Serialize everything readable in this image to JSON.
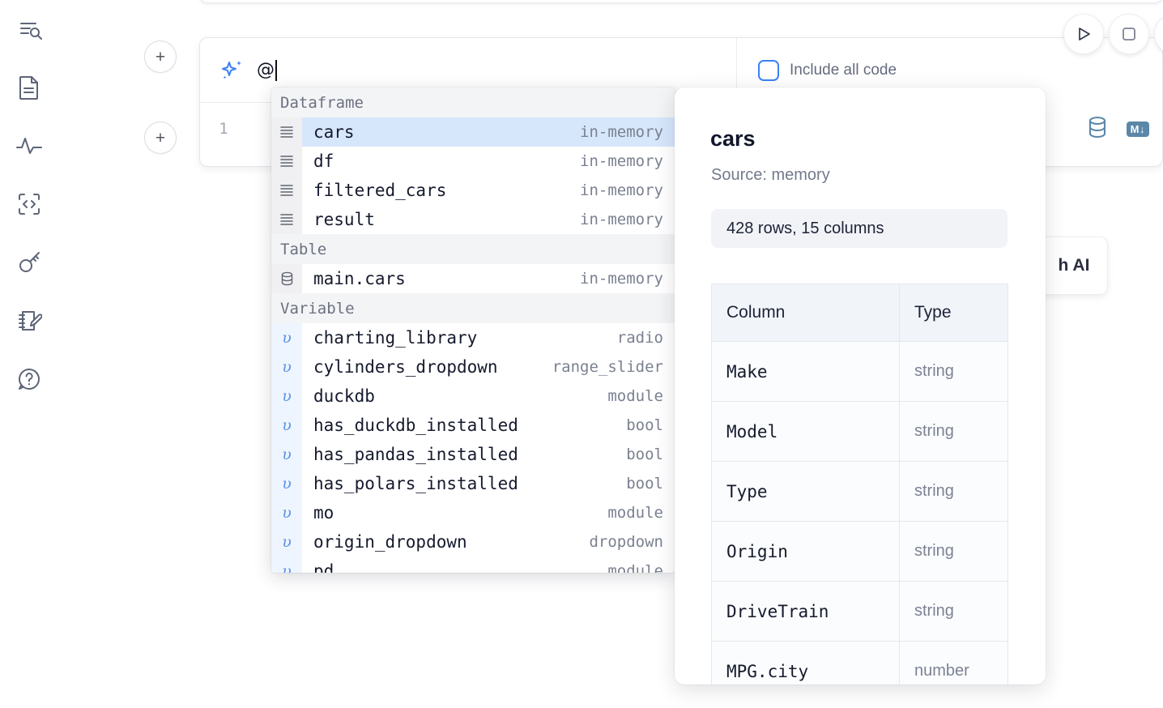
{
  "rail": {
    "items": [
      {
        "name": "explore-icon",
        "label": "Explore"
      },
      {
        "name": "file-icon",
        "label": "Files"
      },
      {
        "name": "activity-icon",
        "label": "Activity"
      },
      {
        "name": "code-icon",
        "label": "Snippets"
      },
      {
        "name": "key-icon",
        "label": "Secrets"
      },
      {
        "name": "notebook-edit-icon",
        "label": "Scratchpad"
      },
      {
        "name": "help-icon",
        "label": "Help"
      }
    ]
  },
  "toolbar": {
    "run_label": "Run",
    "stop_label": "Stop",
    "add_label": "+"
  },
  "ai_cell": {
    "prompt_value": "@",
    "prompt_placeholder": "",
    "include_all_code_label": "Include all code",
    "include_all_code_checked": false,
    "line_number": "1",
    "tools": [
      {
        "name": "database-icon",
        "label": "SQL"
      },
      {
        "name": "markdown-icon",
        "label": "M"
      }
    ]
  },
  "ghost_card": {
    "text": "h AI"
  },
  "autocomplete": {
    "groups": [
      {
        "label": "Dataframe",
        "icon": "dataframe-icon",
        "items": [
          {
            "name": "cars",
            "meta": "in-memory",
            "selected": true
          },
          {
            "name": "df",
            "meta": "in-memory",
            "selected": false
          },
          {
            "name": "filtered_cars",
            "meta": "in-memory",
            "selected": false
          },
          {
            "name": "result",
            "meta": "in-memory",
            "selected": false
          }
        ]
      },
      {
        "label": "Table",
        "icon": "database-icon",
        "items": [
          {
            "name": "main.cars",
            "meta": "in-memory",
            "selected": false
          }
        ]
      },
      {
        "label": "Variable",
        "icon": "variable-icon",
        "items": [
          {
            "name": "charting_library",
            "meta": "radio",
            "selected": false
          },
          {
            "name": "cylinders_dropdown",
            "meta": "range_slider",
            "selected": false
          },
          {
            "name": "duckdb",
            "meta": "module",
            "selected": false
          },
          {
            "name": "has_duckdb_installed",
            "meta": "bool",
            "selected": false
          },
          {
            "name": "has_pandas_installed",
            "meta": "bool",
            "selected": false
          },
          {
            "name": "has_polars_installed",
            "meta": "bool",
            "selected": false
          },
          {
            "name": "mo",
            "meta": "module",
            "selected": false
          },
          {
            "name": "origin_dropdown",
            "meta": "dropdown",
            "selected": false
          },
          {
            "name": "pd",
            "meta": "module",
            "selected": false
          }
        ]
      }
    ]
  },
  "doc_panel": {
    "title": "cars",
    "source": "Source: memory",
    "shape": "428 rows, 15 columns",
    "table": {
      "headers": [
        "Column",
        "Type"
      ],
      "rows": [
        [
          "Make",
          "string"
        ],
        [
          "Model",
          "string"
        ],
        [
          "Type",
          "string"
        ],
        [
          "Origin",
          "string"
        ],
        [
          "DriveTrain",
          "string"
        ],
        [
          "MPG.city",
          "number"
        ]
      ]
    }
  }
}
